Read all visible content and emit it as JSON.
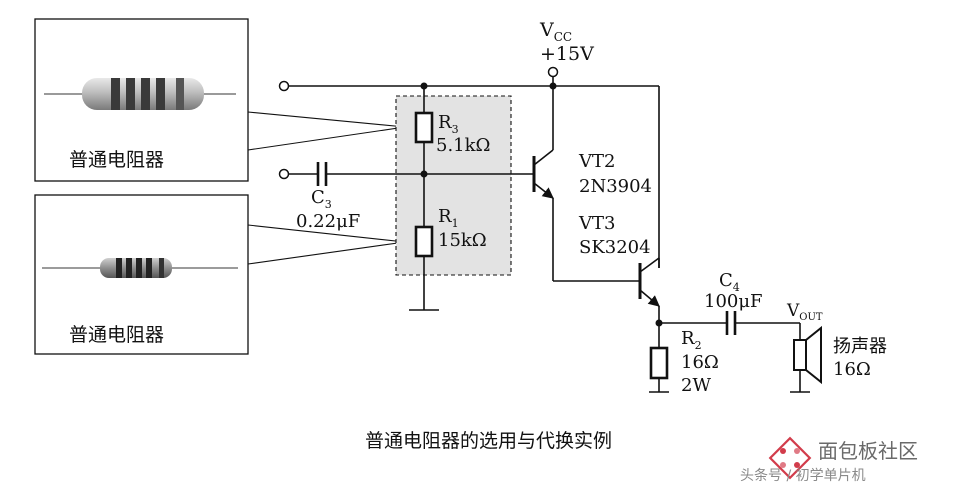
{
  "photos": [
    {
      "caption": "普通电阻器"
    },
    {
      "caption": "普通电阻器"
    }
  ],
  "supply": {
    "name_main": "V",
    "name_sub": "CC",
    "value": "+15V"
  },
  "r3": {
    "name_main": "R",
    "name_sub": "3",
    "value": "5.1kΩ"
  },
  "r1": {
    "name_main": "R",
    "name_sub": "1",
    "value": "15kΩ"
  },
  "c3": {
    "name_main": "C",
    "name_sub": "3",
    "value": "0.22μF"
  },
  "vt2": {
    "name": "VT2",
    "part": "2N3904"
  },
  "vt3": {
    "name": "VT3",
    "part": "SK3204"
  },
  "c4": {
    "name_main": "C",
    "name_sub": "4",
    "value": "100μF"
  },
  "r2": {
    "name_main": "R",
    "name_sub": "2",
    "value": "16Ω",
    "power": "2W"
  },
  "vout": {
    "name_main": "V",
    "name_sub": "OUT"
  },
  "speaker": {
    "name": "扬声器",
    "value": "16Ω"
  },
  "caption": "普通电阻器的选用与代换实例",
  "watermark": {
    "brand": "面包板社区",
    "source": "头条号 / 初学单片机"
  },
  "colors": {
    "line": "#111111",
    "box_fill": "#e3e3e3",
    "watermark": "#d23c4b"
  }
}
